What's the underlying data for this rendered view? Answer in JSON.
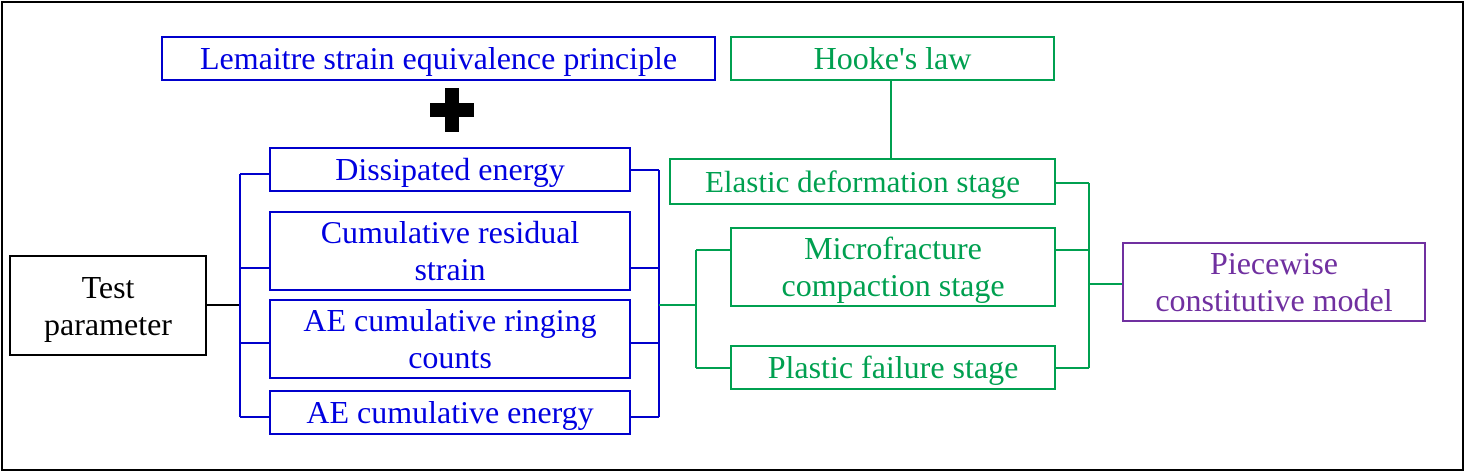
{
  "nodes": {
    "test_parameter": "Test parameter",
    "lemaitre": "Lemaitre strain equivalence principle",
    "plus_icon": "plus-icon",
    "dissipated_energy": "Dissipated energy",
    "cumulative_residual_strain": "Cumulative residual strain",
    "ae_ringing_counts": "AE cumulative ringing counts",
    "ae_cumulative_energy": "AE cumulative energy",
    "hookes_law": "Hooke's law",
    "elastic_stage": "Elastic deformation stage",
    "microfracture_stage": "Microfracture compaction stage",
    "plastic_stage": "Plastic failure stage",
    "piecewise_model": "Piecewise constitutive model"
  },
  "colors": {
    "blue": "#0000e0",
    "green": "#00a050",
    "purple": "#7030a0",
    "black": "#000000"
  }
}
